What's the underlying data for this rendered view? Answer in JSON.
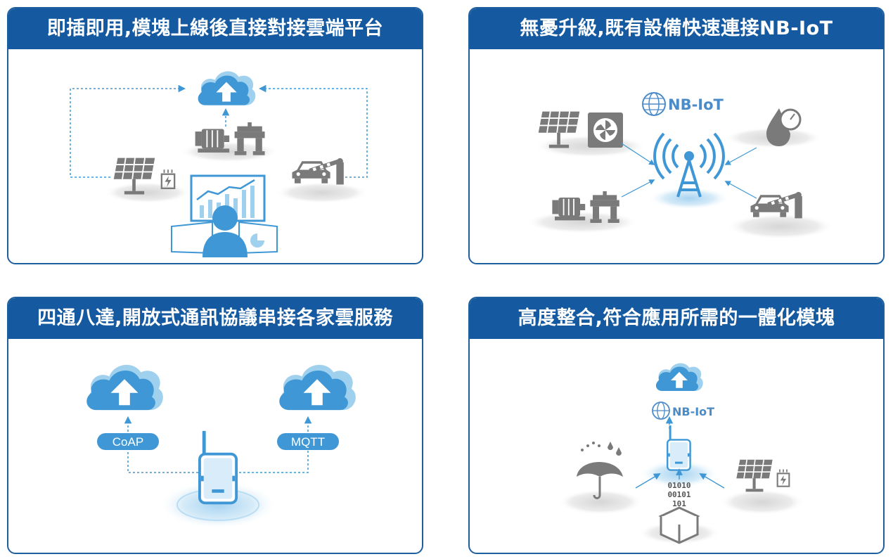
{
  "panels": [
    {
      "title": "即插即用,模塊上線後直接對接雲端平台"
    },
    {
      "title": "無憂升級,既有設備快速連接NB-IoT"
    },
    {
      "title": "四通八達,開放式通訊協議串接各家雲服務"
    },
    {
      "title": "高度整合,符合應用所需的一體化模塊"
    }
  ],
  "nbiot_logo": "NB-IoT",
  "protocols": {
    "left": "CoAP",
    "right": "MQTT"
  },
  "binary_rows": [
    "01010",
    "00101",
    "101"
  ],
  "colors": {
    "title_bar": "#155aa0",
    "accent_blue": "#3f98d5",
    "icon_gray": "#777777"
  }
}
